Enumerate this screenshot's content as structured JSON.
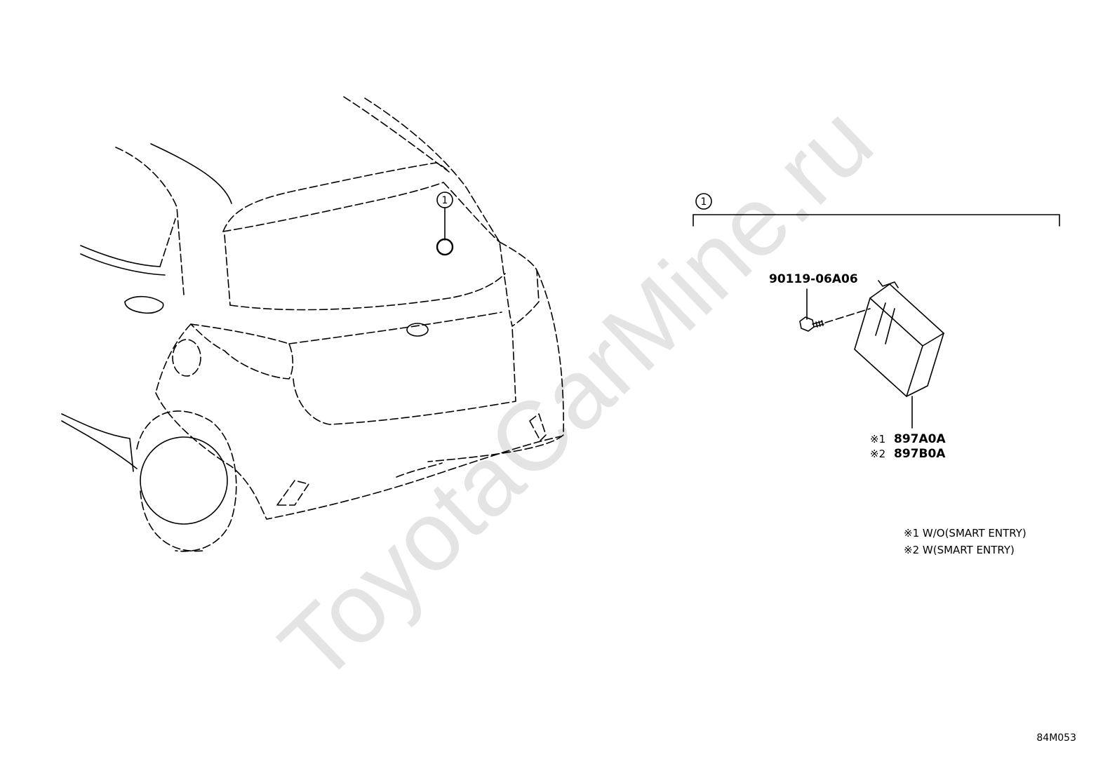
{
  "callout": {
    "number": "1"
  },
  "parts": {
    "bolt": "90119-06A06",
    "module_variant_1": {
      "mark": "※1",
      "part_number": "897A0A"
    },
    "module_variant_2": {
      "mark": "※2",
      "part_number": "897B0A"
    }
  },
  "notes": [
    "※1 W/O(SMART ENTRY)",
    "※2 W(SMART ENTRY)"
  ],
  "figure_id": "84M053",
  "watermark": "ToyotaCarMine.ru"
}
